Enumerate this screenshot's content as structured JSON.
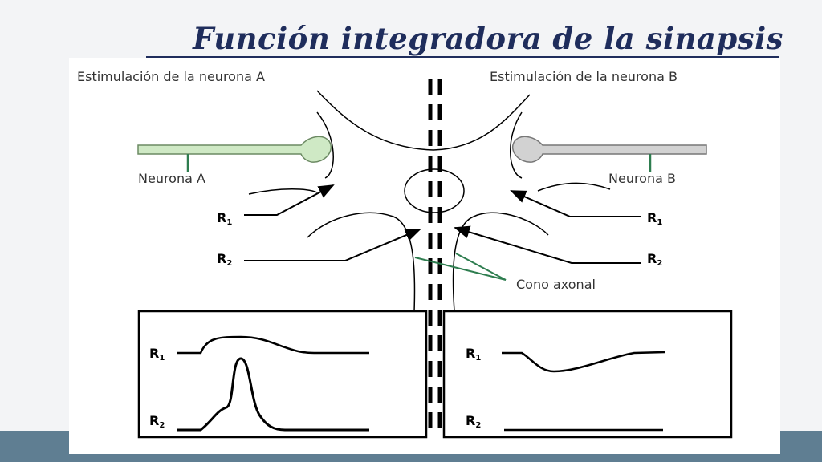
{
  "slide": {
    "title": "Función integradora de la sinapsis"
  },
  "diagram": {
    "label_stim_a": "Estimulación de la neurona A",
    "label_stim_b": "Estimulación de la neurona B",
    "label_neuron_a": "Neurona A",
    "label_neuron_b": "Neurona B",
    "label_axon_cone": "Cono axonal",
    "r_letter": "R",
    "sub_1": "1",
    "sub_2": "2"
  },
  "colors": {
    "title": "#1f2d5c",
    "neuron_a": "#cfe9c5",
    "neuron_b": "#d2d2d2",
    "pointer_green": "#2e7d4f",
    "band": "#5f7e92"
  },
  "icons": {
    "arrows": "arrow-icon"
  }
}
